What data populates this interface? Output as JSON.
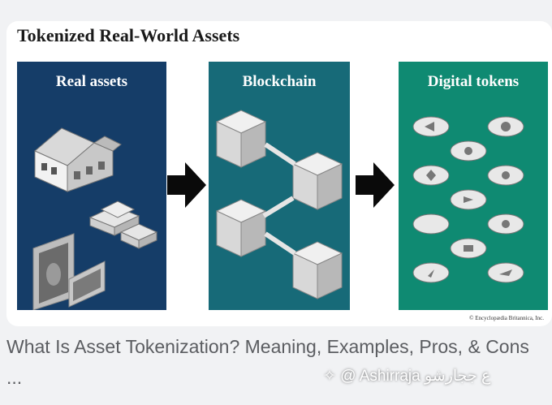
{
  "figure": {
    "title": "Tokenized Real-World Assets",
    "panels": [
      {
        "label": "Real assets"
      },
      {
        "label": "Blockchain"
      },
      {
        "label": "Digital tokens"
      }
    ],
    "credit": "© Encyclopædia Britannica, Inc."
  },
  "caption": "What Is Asset Tokenization? Meaning, Examples, Pros, & Cons ...",
  "watermark": "Ashirraja ع ججارشو",
  "icons": {
    "watermark": "sparkle-icon",
    "at_sign": "at-icon",
    "arrows": "right-arrow-icon"
  },
  "colors": {
    "real_assets_bg": "#153d68",
    "blockchain_bg": "#176a78",
    "tokens_bg": "#0f8a72"
  }
}
